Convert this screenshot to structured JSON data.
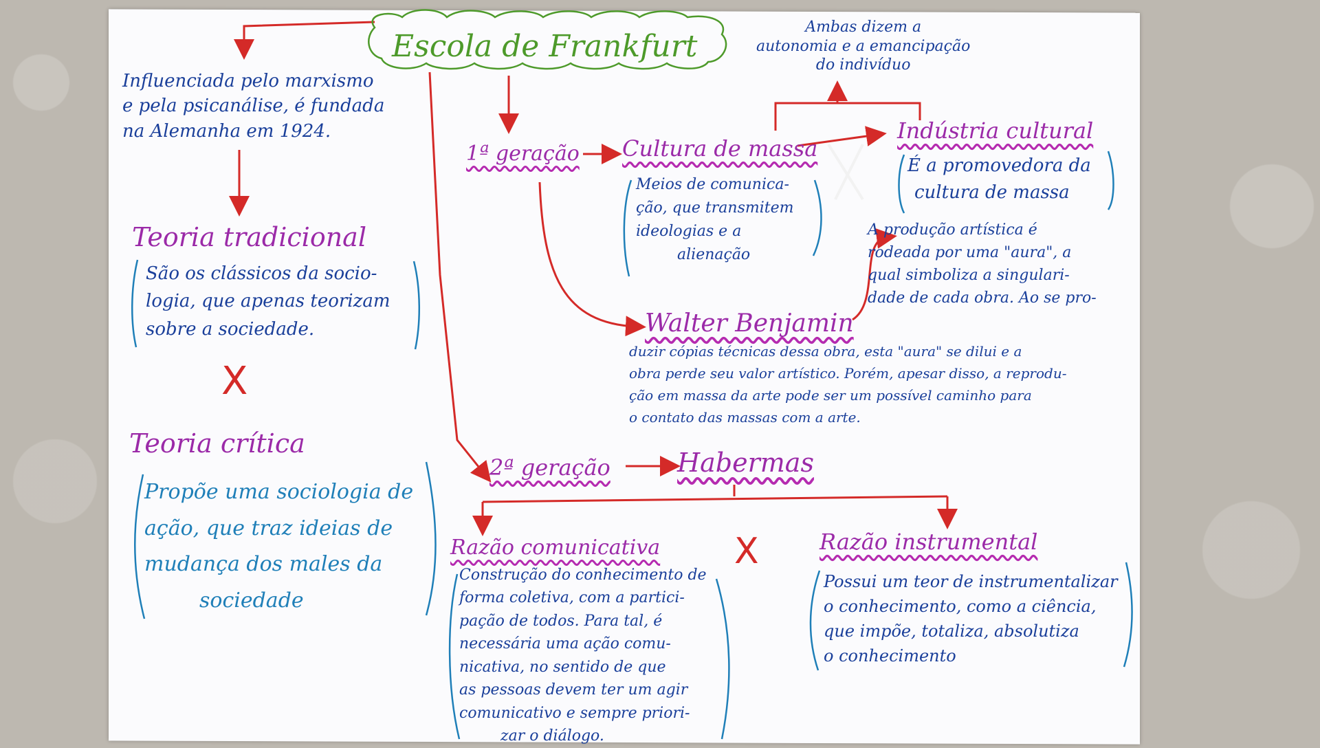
{
  "title": "Escola de Frankfurt",
  "top_note": [
    "Ambas dizem a",
    "autonomia e a emancipação",
    "do indivíduo"
  ],
  "intro": [
    "Influenciada pelo marxismo",
    "e pela psicanálise, é fundada",
    "na Alemanha em 1924."
  ],
  "theories": {
    "traditional": {
      "heading": "Teoria tradicional",
      "text": [
        "São os clássicos da socio-",
        "logia, que apenas teorizam",
        "sobre a sociedade."
      ]
    },
    "versus": "X",
    "critical": {
      "heading": "Teoria crítica",
      "text": [
        "Propõe uma sociologia de",
        "ação, que traz ideias de",
        "mudança dos males da",
        "sociedade"
      ]
    }
  },
  "gen1": {
    "label": "1ª geração",
    "mass_culture": {
      "heading": "Cultura de massa",
      "text": [
        "Meios de comunica-",
        "ção, que transmitem",
        "ideologias e a",
        "alienação"
      ]
    },
    "cultural_industry": {
      "heading": "Indústria cultural",
      "text": [
        "É a promovedora da",
        "cultura de massa"
      ]
    },
    "benjamin": {
      "heading": "Walter Benjamin",
      "text": [
        "A produção artística é",
        "rodeada por uma \"aura\", a",
        "qual simboliza a singulari-",
        "dade de cada obra. Ao se pro-",
        "duzir cópias técnicas dessa obra, esta \"aura\" se dilui e a",
        "obra perde seu valor artístico. Porém, apesar disso, a reprodu-",
        "ção em massa da arte pode ser um possível caminho para",
        "o contato das massas com a arte."
      ]
    }
  },
  "gen2": {
    "label": "2ª geração",
    "habermas": "Habermas",
    "communicative": {
      "heading": "Razão comunicativa",
      "text": [
        "Construção do conhecimento de",
        "forma coletiva, com a partici-",
        "pação de todos. Para tal, é",
        "necessária uma ação comu-",
        "nicativa, no sentido de que",
        "as pessoas devem ter um agir",
        "comunicativo e sempre priori-",
        "zar o diálogo."
      ]
    },
    "versus": "X",
    "instrumental": {
      "heading": "Razão instrumental",
      "text": [
        "Possui um teor de instrumentalizar",
        "o conhecimento, como a ciência,",
        "que impõe, totaliza, absolutiza",
        "o conhecimento"
      ]
    }
  },
  "colors": {
    "blue": "#1a3f9a",
    "cyan": "#1f7fb8",
    "purple": "#9b2aa8",
    "green": "#4d9a2a",
    "red": "#d42a28"
  }
}
